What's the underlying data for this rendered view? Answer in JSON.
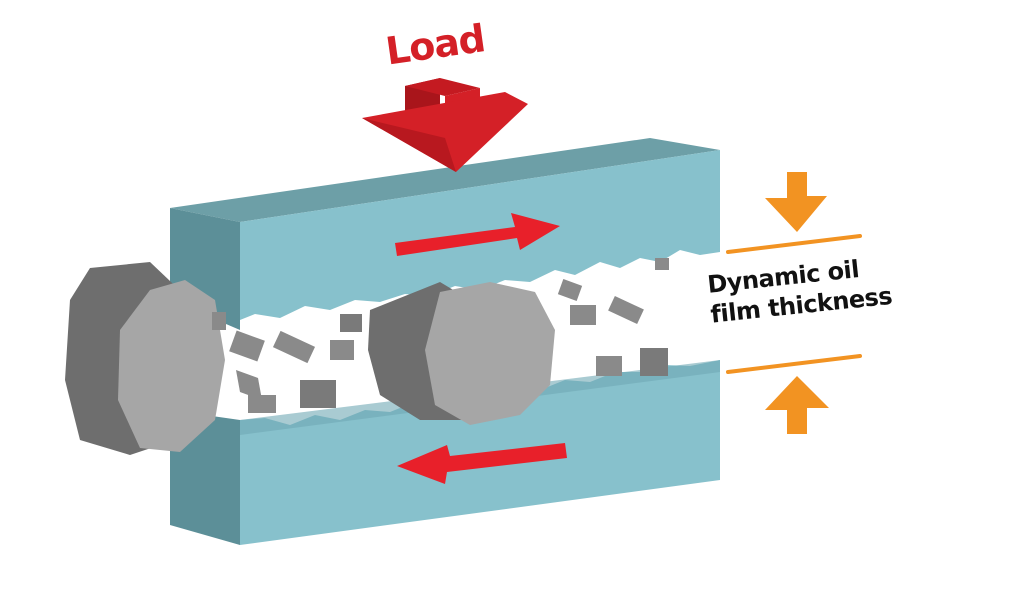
{
  "diagram": {
    "title": "Boundary lubrication under load with wear debris",
    "labels": {
      "load": "Load",
      "film_line1": "Dynamic oil",
      "film_line2": "film thickness"
    },
    "colors": {
      "load_red": "#d42027",
      "motion_red": "#e8202a",
      "block_front": "#87c1cc",
      "block_top": "#6d9fa7",
      "block_side": "#5c8f98",
      "particle_light": "#a6a6a6",
      "particle_dark": "#6e6e6e",
      "gauge_orange": "#f29322",
      "text_dark": "#111111"
    },
    "components": [
      {
        "id": "upper-surface",
        "motion": "right"
      },
      {
        "id": "lower-surface",
        "motion": "left"
      },
      {
        "id": "load-arrow",
        "direction": "down"
      },
      {
        "id": "film-gauge",
        "description": "Dynamic oil film thickness"
      }
    ]
  }
}
